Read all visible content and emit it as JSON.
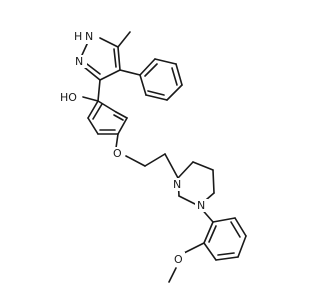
{
  "molecule": {
    "atoms": {
      "nh": "N",
      "nh_h": "H",
      "n_pyrazole": "N",
      "oh": "HO",
      "o_ether": "O",
      "n_piperazine_1": "N",
      "n_piperazine_2": "N",
      "o_methoxy": "O"
    }
  }
}
